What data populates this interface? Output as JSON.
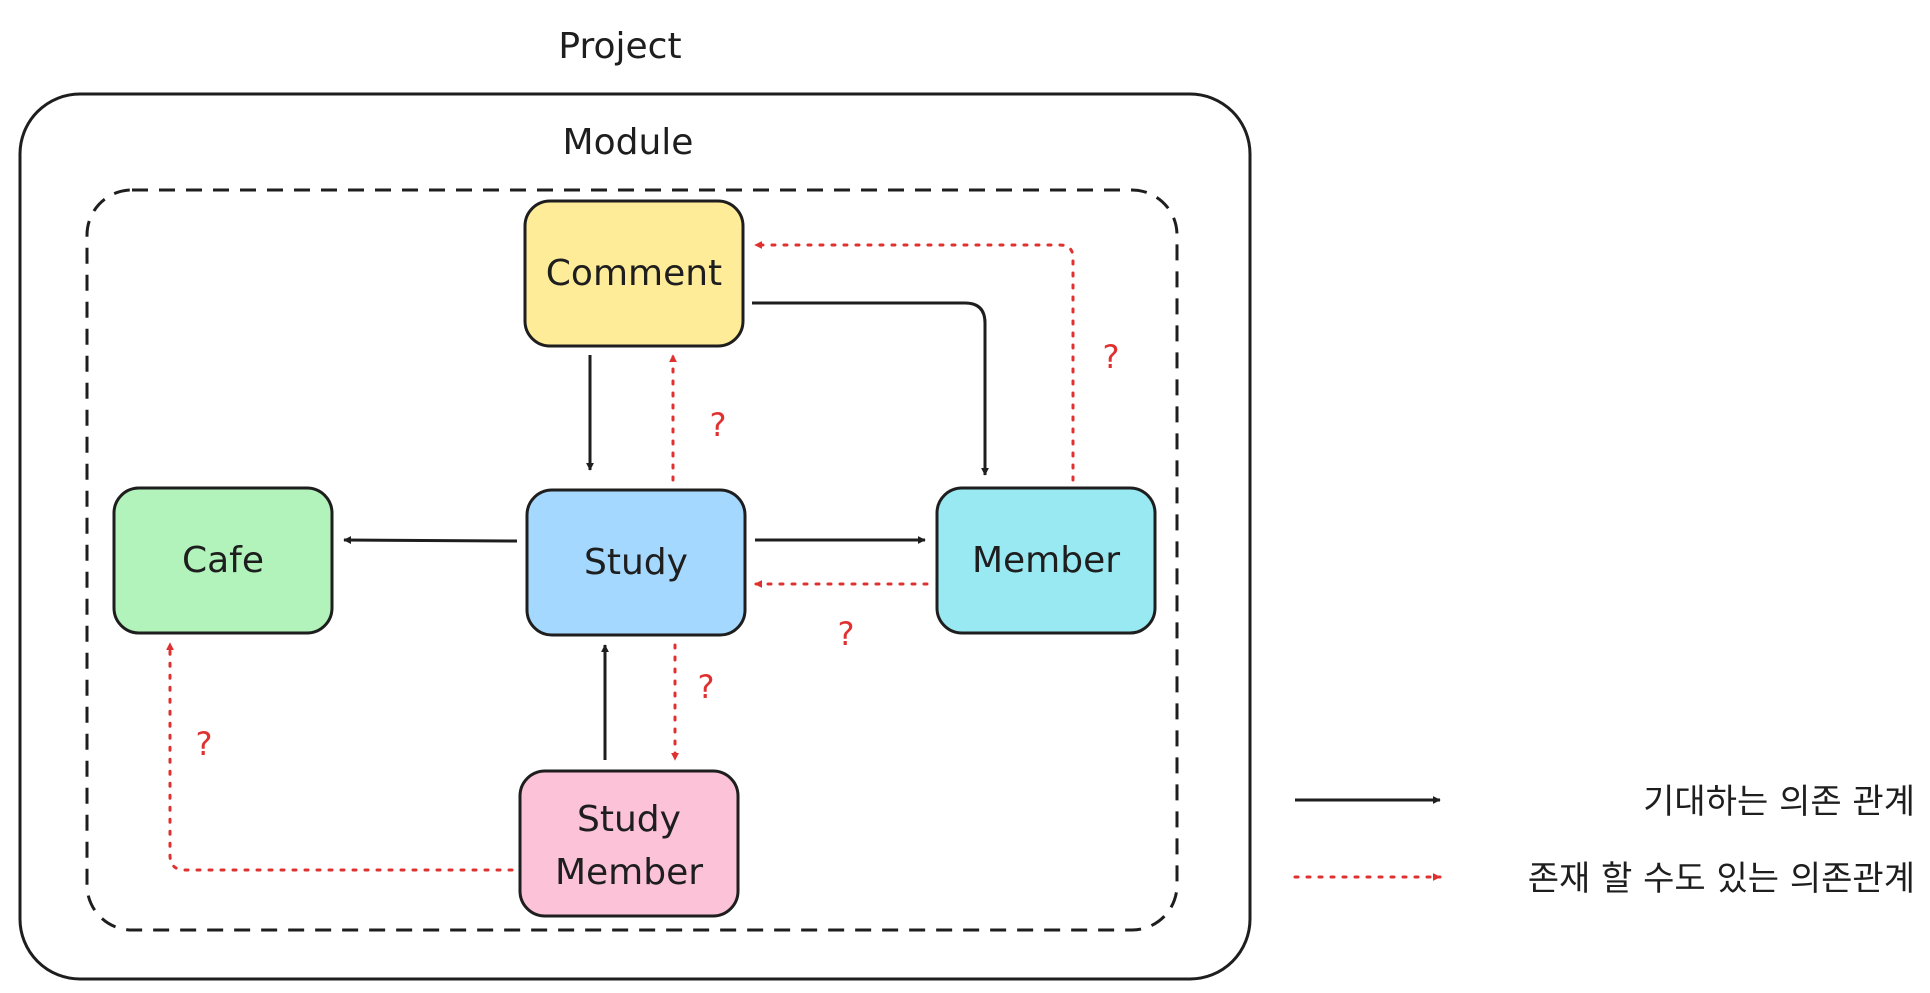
{
  "labels": {
    "project": "Project",
    "module": "Module"
  },
  "nodes": {
    "comment": "Comment",
    "cafe": "Cafe",
    "study": "Study",
    "member": "Member",
    "study_member_line1": "Study",
    "study_member_line2": "Member"
  },
  "question_mark": "?",
  "legend": {
    "solid": "기대하는 의존 관계",
    "dotted": "존재 할 수도 있는 의존관계"
  },
  "colors": {
    "comment_fill": "#ffec99",
    "cafe_fill": "#b2f2bb",
    "study_fill": "#a5d8ff",
    "member_fill": "#99e9f2",
    "study_member_fill": "#fcc2d7",
    "stroke": "#1e1e1e",
    "dotted": "#e03131"
  },
  "edges": [
    {
      "from": "Comment",
      "to": "Study",
      "type": "solid"
    },
    {
      "from": "Comment",
      "to": "Member",
      "type": "solid"
    },
    {
      "from": "Study",
      "to": "Cafe",
      "type": "solid"
    },
    {
      "from": "Study",
      "to": "Member",
      "type": "solid"
    },
    {
      "from": "Study Member",
      "to": "Study",
      "type": "solid"
    },
    {
      "from": "Study",
      "to": "Comment",
      "type": "dotted"
    },
    {
      "from": "Member",
      "to": "Comment",
      "type": "dotted"
    },
    {
      "from": "Member",
      "to": "Study",
      "type": "dotted"
    },
    {
      "from": "Study",
      "to": "Study Member",
      "type": "dotted"
    },
    {
      "from": "Study Member",
      "to": "Cafe",
      "type": "dotted"
    }
  ]
}
